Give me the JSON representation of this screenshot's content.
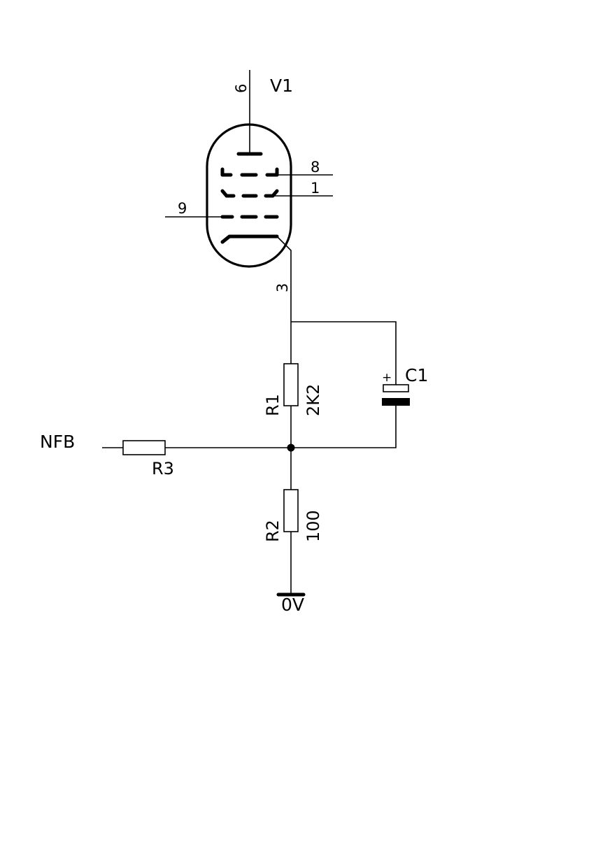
{
  "tube": {
    "ref": "V1",
    "pins": {
      "anode": "6",
      "g2": "8",
      "g3": "1",
      "g1": "9",
      "cathode": "3"
    }
  },
  "r1": {
    "ref": "R1",
    "value": "2K2"
  },
  "r2": {
    "ref": "R2",
    "value": "100"
  },
  "r3": {
    "ref": "R3"
  },
  "c1": {
    "ref": "C1",
    "polarity": "+"
  },
  "net": {
    "nfb": "NFB",
    "ground": "0V"
  }
}
